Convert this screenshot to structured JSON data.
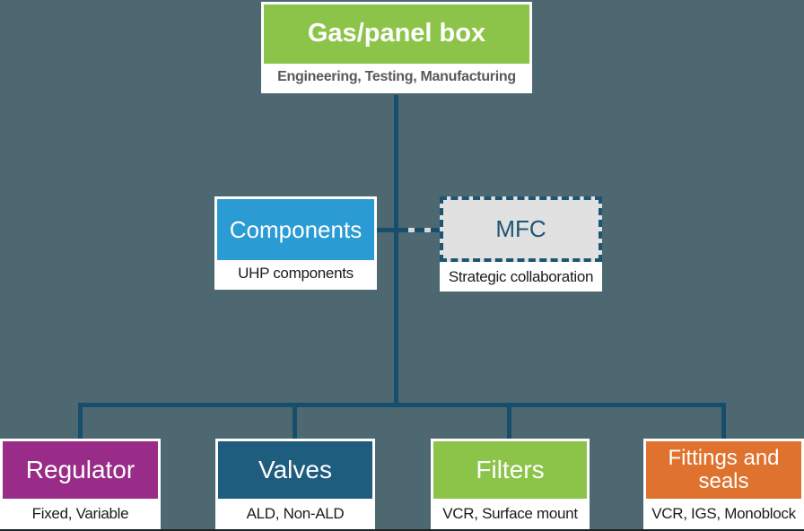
{
  "diagram": {
    "root": {
      "title": "Gas/panel box",
      "subtitle": "Engineering, Testing, Manufacturing"
    },
    "components": {
      "title": "Components",
      "subtitle": "UHP components"
    },
    "mfc": {
      "title": "MFC",
      "subtitle": "Strategic collaboration",
      "border_style": "dashed"
    },
    "leaves": [
      {
        "title": "Regulator",
        "subtitle": "Fixed, Variable"
      },
      {
        "title": "Valves",
        "subtitle": "ALD, Non-ALD"
      },
      {
        "title": "Filters",
        "subtitle": "VCR, Surface mount"
      },
      {
        "title": "Fittings and seals",
        "subtitle": "VCR, IGS, Monoblock"
      }
    ]
  },
  "colors": {
    "background": "#4d6871",
    "connector": "#174e6c",
    "dash_gap": "#d9d9d9",
    "green": "#8cc449",
    "blue": "#2b9bd3",
    "navy": "#1f5d7f",
    "purple": "#992c88",
    "orange": "#e0722f",
    "mfc_fill": "#e1e1e1",
    "mfc_border": "#1d5673",
    "frame_white": "#ffffff",
    "subtitle_text": "#1b1b1b",
    "root_subtitle_text": "#58595b"
  }
}
